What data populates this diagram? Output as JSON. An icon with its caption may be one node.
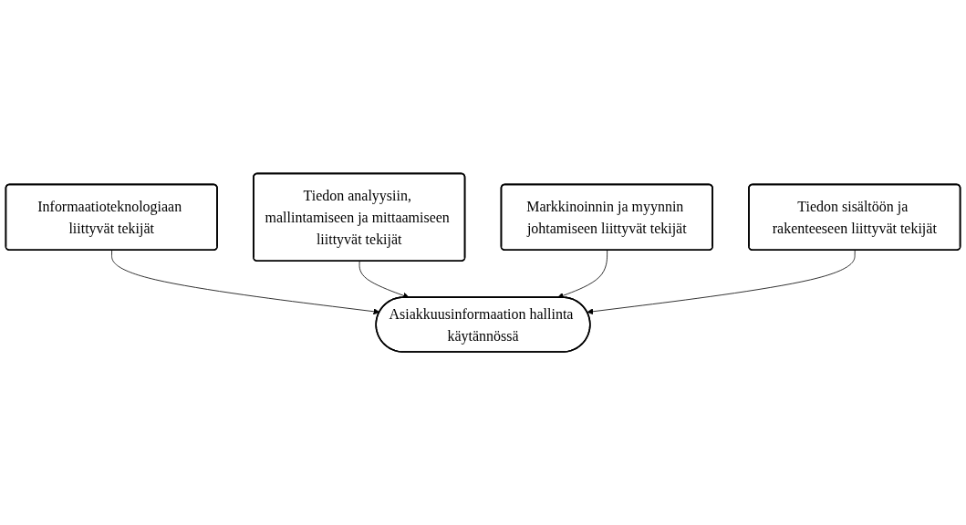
{
  "diagram": {
    "nodes": [
      {
        "text": [
          "Informaatioteknologiaan liittyvät tekijät"
        ]
      },
      {
        "text": [
          "Tiedon analyysiin, mallintamiseen ja mittaamiseen liittyvät tekijät"
        ]
      },
      {
        "text": [
          "Asiakkuusinformaation hallinta käytännössä"
        ]
      },
      {
        "text": [
          "Markkinoinnin ja myynnin johtamiseen liittyvät tekijät"
        ]
      },
      {
        "text": [
          "Tiedon sisältöön ja rakenteeseen liittyvät tekijät"
        ]
      }
    ],
    "edges": [
      {
        "from": 0,
        "to": 2,
        "arrow": "to"
      },
      {
        "from": 1,
        "to": 2,
        "arrow": "to"
      },
      {
        "from": 3,
        "to": 2,
        "arrow": "to"
      },
      {
        "from": 4,
        "to": 2,
        "arrow": "to"
      }
    ]
  }
}
